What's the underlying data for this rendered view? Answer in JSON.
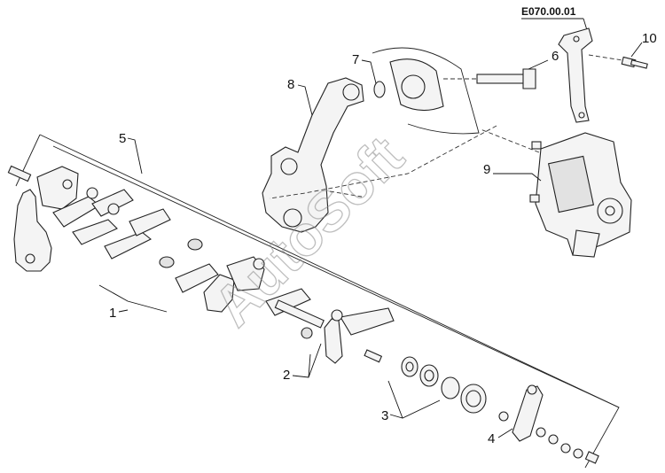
{
  "diagram": {
    "code": "E070.00.01",
    "watermark": "AutoSoft",
    "callouts": [
      {
        "id": "c1",
        "label": "1"
      },
      {
        "id": "c2",
        "label": "2"
      },
      {
        "id": "c3",
        "label": "3"
      },
      {
        "id": "c4",
        "label": "4"
      },
      {
        "id": "c5",
        "label": "5"
      },
      {
        "id": "c6",
        "label": "6"
      },
      {
        "id": "c7",
        "label": "7"
      },
      {
        "id": "c8",
        "label": "8"
      },
      {
        "id": "c9",
        "label": "9"
      },
      {
        "id": "c10",
        "label": "10"
      }
    ]
  }
}
